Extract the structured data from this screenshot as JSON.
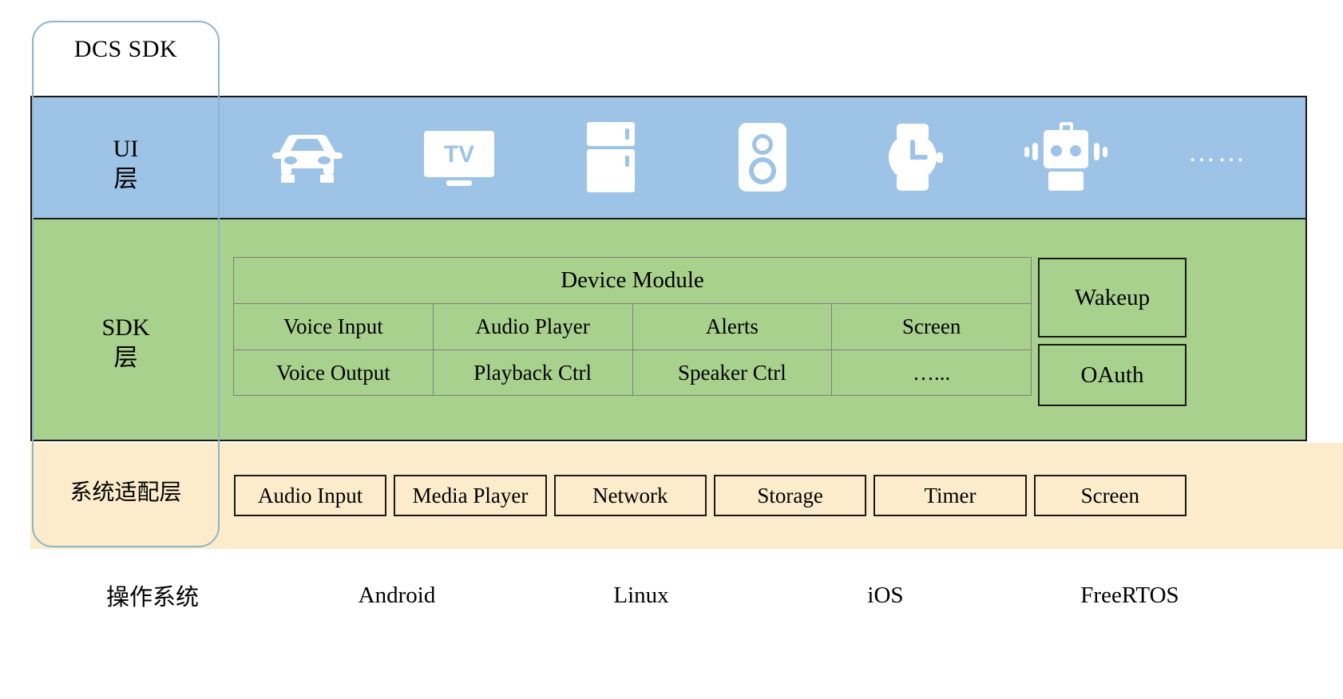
{
  "bracket": {
    "title": "DCS SDK"
  },
  "layers": [
    {
      "id": "ui",
      "label_line1": "UI",
      "label_line2": "层",
      "color": "#9DC3E6"
    },
    {
      "id": "sdk",
      "label_line1": "SDK",
      "label_line2": "层",
      "color": "#A9D18E"
    },
    {
      "id": "system-adaptation",
      "label_line1": "系统适配层",
      "label_line2": "",
      "color": "#FCECCB"
    }
  ],
  "ui_layer": {
    "icons": [
      {
        "name": "car-icon",
        "label": "car"
      },
      {
        "name": "tv-icon",
        "label": "TV"
      },
      {
        "name": "refrigerator-icon",
        "label": "refrigerator"
      },
      {
        "name": "speaker-icon",
        "label": "speaker"
      },
      {
        "name": "smartwatch-icon",
        "label": "smartwatch"
      },
      {
        "name": "robot-icon",
        "label": "robot"
      }
    ],
    "ellipsis": "……"
  },
  "sdk_layer": {
    "device_module": {
      "header": "Device Module",
      "rows": [
        [
          "Voice Input",
          "Audio Player",
          "Alerts",
          "Screen"
        ],
        [
          "Voice Output",
          "Playback Ctrl",
          "Speaker Ctrl",
          "…..."
        ]
      ]
    },
    "side_boxes": [
      {
        "label": "Wakeup"
      },
      {
        "label": "OAuth"
      }
    ]
  },
  "system_adaptation_layer": {
    "boxes": [
      "Audio Input",
      "Media Player",
      "Network",
      "Storage",
      "Timer",
      "Screen"
    ]
  },
  "os_row": {
    "items": [
      "操作系统",
      "Android",
      "Linux",
      "iOS",
      "FreeRTOS"
    ]
  },
  "colors": {
    "ui_band": "#9DC3E6",
    "sdk_band": "#A9D18E",
    "os_band": "#FCECCB",
    "bracket_border": "#8FB3C7",
    "strong_border": "#1a1a1a",
    "table_border": "#7f7f7f",
    "icon_fill": "#ffffff"
  }
}
